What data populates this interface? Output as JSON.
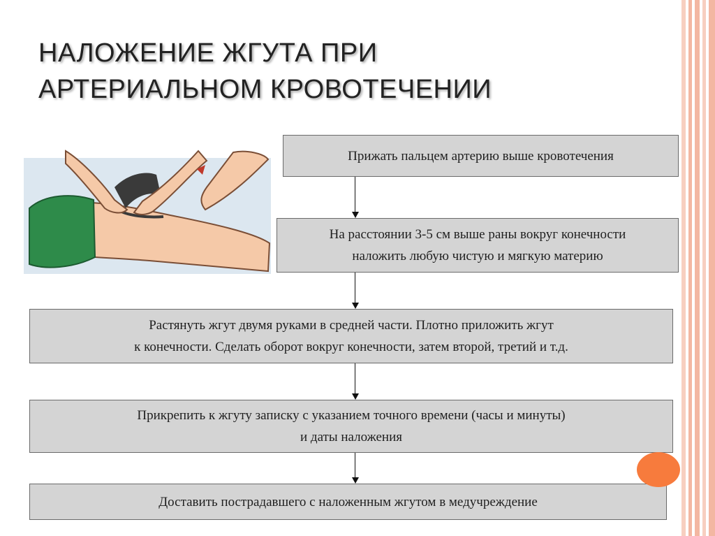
{
  "title": {
    "line1": "НАЛОЖЕНИЕ ЖГУТА ПРИ",
    "line2": "АРТЕРИАЛЬНОМ КРОВОТЕЧЕНИИ"
  },
  "steps": [
    {
      "lines": [
        "Прижать пальцем артерию выше кровотечения"
      ]
    },
    {
      "lines": [
        "На расстоянии 3-5 см выше раны вокруг конечности",
        "наложить любую чистую и мягкую материю"
      ]
    },
    {
      "lines": [
        "Растянуть жгут двумя руками в средней части. Плотно приложить жгут",
        "к конечности. Сделать оборот вокруг конечности, затем второй, третий и т.д."
      ]
    },
    {
      "lines": [
        "Прикрепить к жгуту записку с указанием точного времени (часы и минуты)",
        "и даты наложения"
      ]
    },
    {
      "lines": [
        "Доставить пострадавшего с наложенным жгутом в медучреждение"
      ]
    }
  ],
  "colors": {
    "box_fill": "#d4d4d4",
    "box_border": "#6a6a6a",
    "accent_circle": "#f77b3d",
    "stripe_salmon": "#f3b7a2",
    "shorts_green": "#2e8b4a",
    "skin": "#f5c9a8"
  },
  "illustration": {
    "subject": "hands applying tourniquet to thigh"
  }
}
